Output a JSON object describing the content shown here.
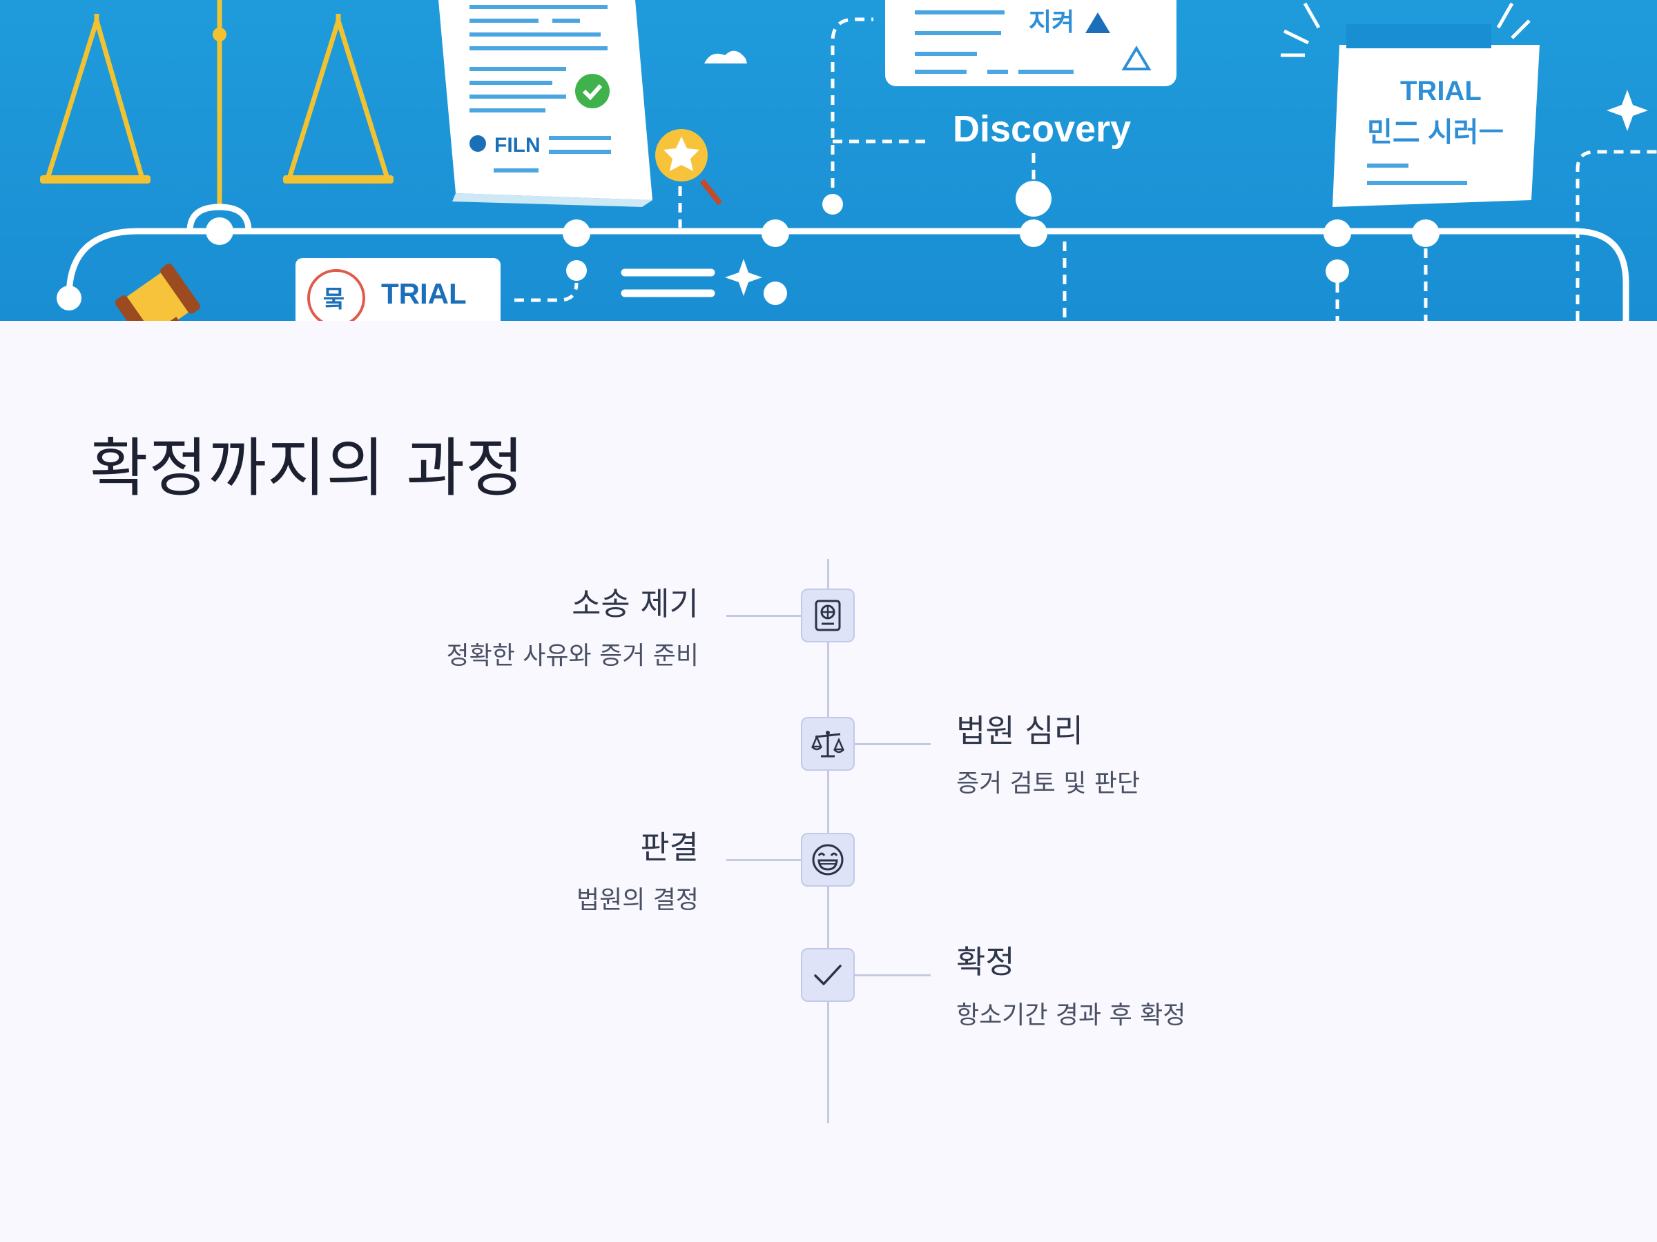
{
  "hero": {
    "labels": {
      "discovery": "Discovery",
      "trial_badge": "TRIAL",
      "trial_doc": "TRIAL",
      "doc_korean": "민二 시러ㅡ",
      "memo_korean": "지켜",
      "filing": "FILN"
    },
    "colors": {
      "background": "#1f9bdb",
      "accent": "#f6c33b",
      "line": "#ffffff"
    }
  },
  "page": {
    "title": "확정까지의 과정"
  },
  "timeline": {
    "steps": [
      {
        "title": "소송 제기",
        "desc": "정확한 사유와 증거 준비",
        "icon": "passport-icon"
      },
      {
        "title": "법원 심리",
        "desc": "증거 검토 및 판단",
        "icon": "scale-icon"
      },
      {
        "title": "판결",
        "desc": "법원의 결정",
        "icon": "laugh-face-icon"
      },
      {
        "title": "확정",
        "desc": "항소기간 경과 후 확정",
        "icon": "checkmark-icon"
      }
    ],
    "colors": {
      "node_fill": "#dfe3f7",
      "node_border": "#c3c9e8",
      "line": "#c4cbe0"
    }
  }
}
